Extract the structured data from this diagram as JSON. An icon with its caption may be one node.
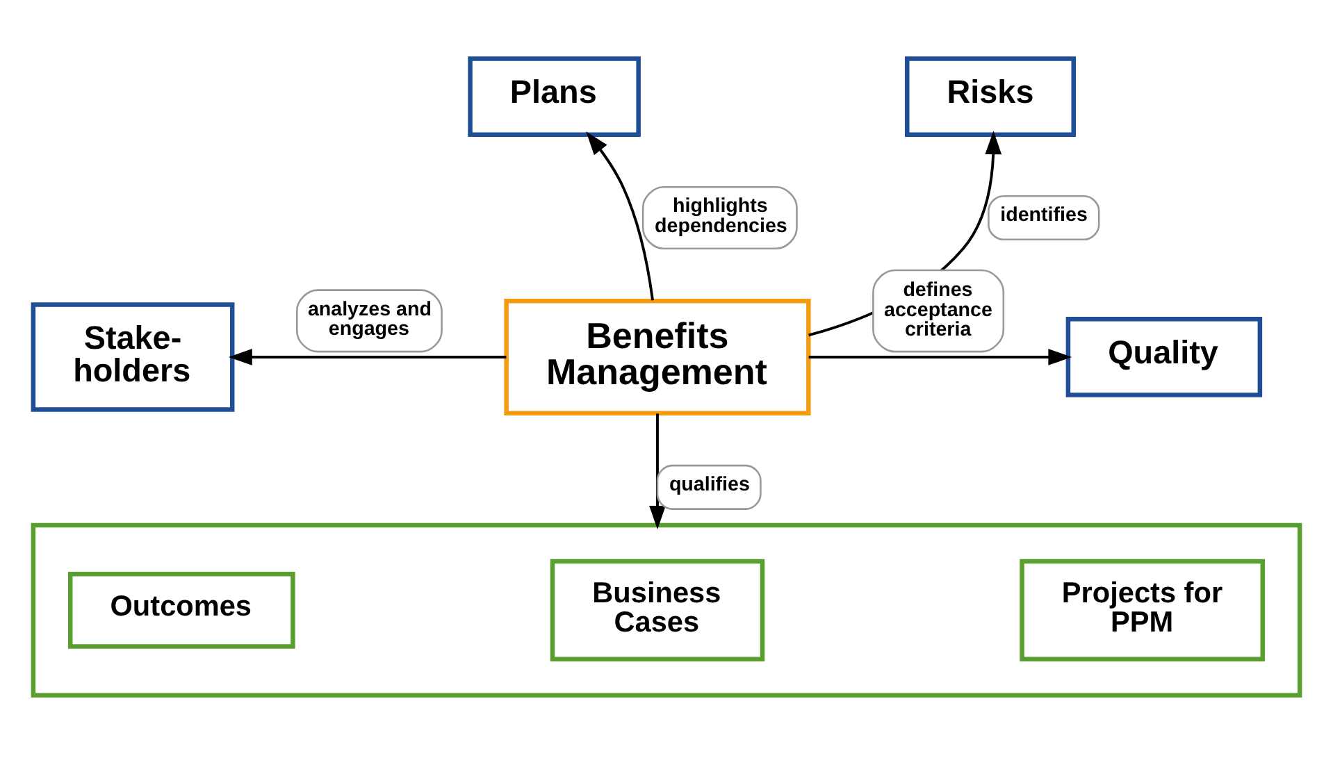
{
  "diagram": {
    "nodes": [
      {
        "text": [
          "Benefits Management"
        ]
      },
      {
        "text": [
          "Plans"
        ]
      },
      {
        "text": [
          "Risks"
        ]
      },
      {
        "text": [
          "Stake- holders"
        ]
      },
      {
        "text": [
          "Quality"
        ]
      },
      {
        "text": [],
        "shape": "box"
      },
      {
        "text": [
          "Outcomes"
        ],
        "in": 5
      },
      {
        "text": [
          "Business Cases"
        ],
        "in": 5
      },
      {
        "text": [
          "Projects for PPM"
        ],
        "in": 5
      }
    ],
    "edges": [
      {
        "from": 0,
        "to": 1,
        "arrow": "to",
        "label": "highlights dependencies"
      },
      {
        "from": 0,
        "to": 2,
        "arrow": "to",
        "label": "identifies"
      },
      {
        "from": 0,
        "to": 3,
        "arrow": "to",
        "label": "analyzes and engages"
      },
      {
        "from": 0,
        "to": 4,
        "arrow": "to",
        "label": "defines acceptance criteria"
      },
      {
        "from": 0,
        "to": 5,
        "arrow": "to",
        "label": "qualifies"
      }
    ]
  }
}
